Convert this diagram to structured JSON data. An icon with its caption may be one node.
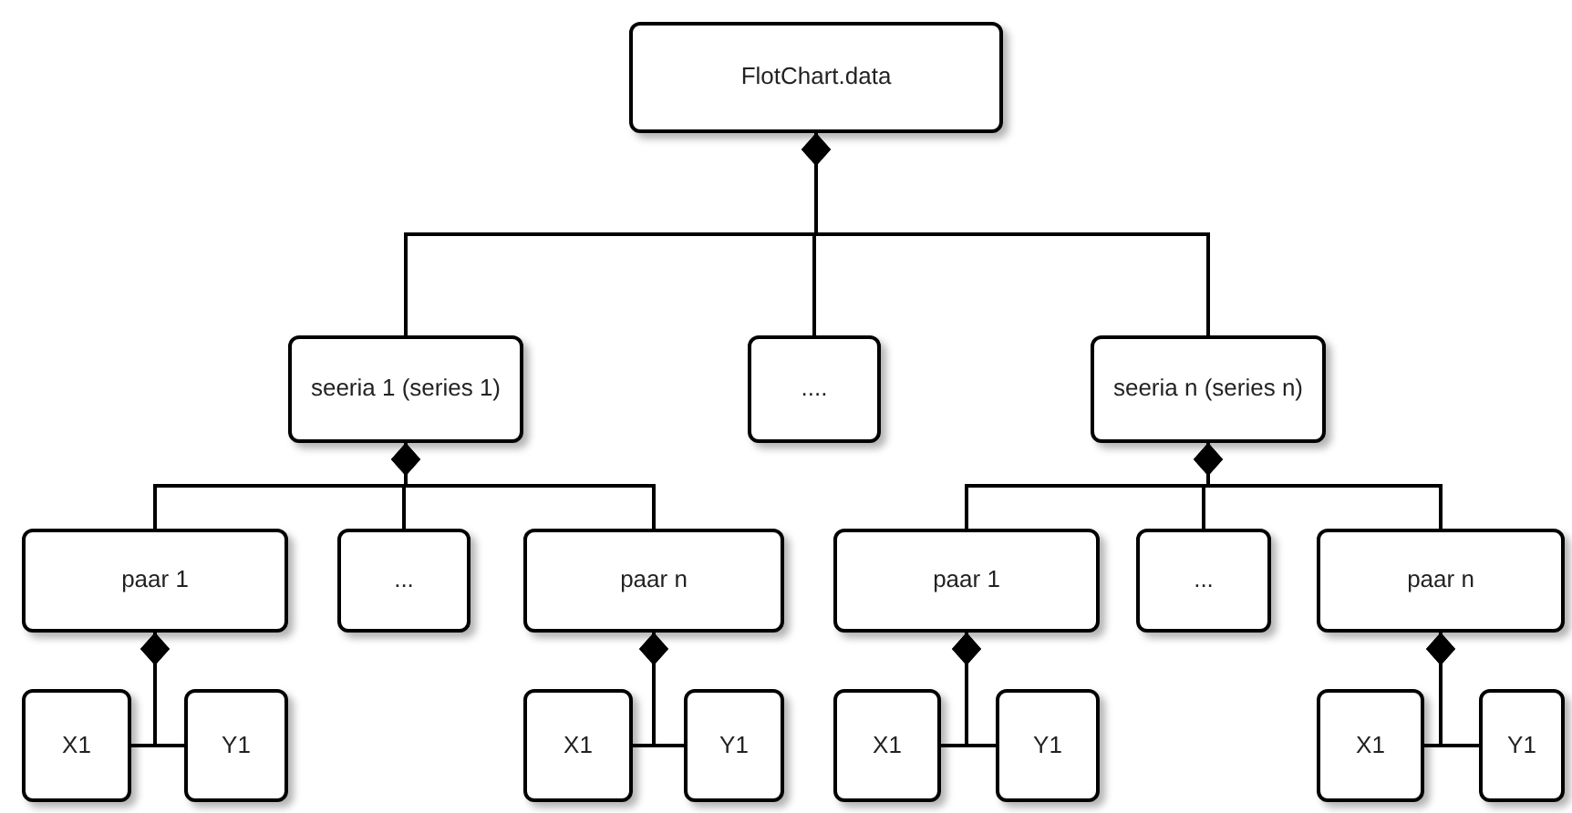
{
  "diagram": {
    "nodes": [
      {
        "text": [
          "FlotChart.data"
        ]
      },
      {
        "text": [
          "seeria 1 (series 1)"
        ]
      },
      {
        "text": [
          "...."
        ]
      },
      {
        "text": [
          "seeria n (series n)"
        ]
      },
      {
        "text": [
          "paar 1"
        ]
      },
      {
        "text": [
          "..."
        ]
      },
      {
        "text": [
          "paar n"
        ]
      },
      {
        "text": [
          "paar 1"
        ]
      },
      {
        "text": [
          "..."
        ]
      },
      {
        "text": [
          "paar n"
        ]
      },
      {
        "text": [
          "X1"
        ]
      },
      {
        "text": [
          "Y1"
        ]
      },
      {
        "text": [
          "X1"
        ]
      },
      {
        "text": [
          "Y1"
        ]
      },
      {
        "text": [
          "X1"
        ]
      },
      {
        "text": [
          "Y1"
        ]
      },
      {
        "text": [
          "X1"
        ]
      },
      {
        "text": [
          "Y1"
        ]
      }
    ],
    "edges": [
      {
        "from": 0,
        "to": 1,
        "arrow": "other"
      },
      {
        "from": 0,
        "to": 2,
        "arrow": "other"
      },
      {
        "from": 0,
        "to": 3,
        "arrow": "other"
      },
      {
        "from": 1,
        "to": 4,
        "arrow": "other"
      },
      {
        "from": 1,
        "to": 5,
        "arrow": "other"
      },
      {
        "from": 1,
        "to": 6,
        "arrow": "other"
      },
      {
        "from": 3,
        "to": 7,
        "arrow": "other"
      },
      {
        "from": 3,
        "to": 8,
        "arrow": "other"
      },
      {
        "from": 3,
        "to": 9,
        "arrow": "other"
      },
      {
        "from": 4,
        "to": 10,
        "arrow": "other"
      },
      {
        "from": 4,
        "to": 11,
        "arrow": "other"
      },
      {
        "from": 6,
        "to": 12,
        "arrow": "other"
      },
      {
        "from": 6,
        "to": 13,
        "arrow": "other"
      },
      {
        "from": 7,
        "to": 14,
        "arrow": "other"
      },
      {
        "from": 7,
        "to": 15,
        "arrow": "other"
      },
      {
        "from": 9,
        "to": 16,
        "arrow": "other"
      },
      {
        "from": 9,
        "to": 17,
        "arrow": "other"
      }
    ]
  }
}
